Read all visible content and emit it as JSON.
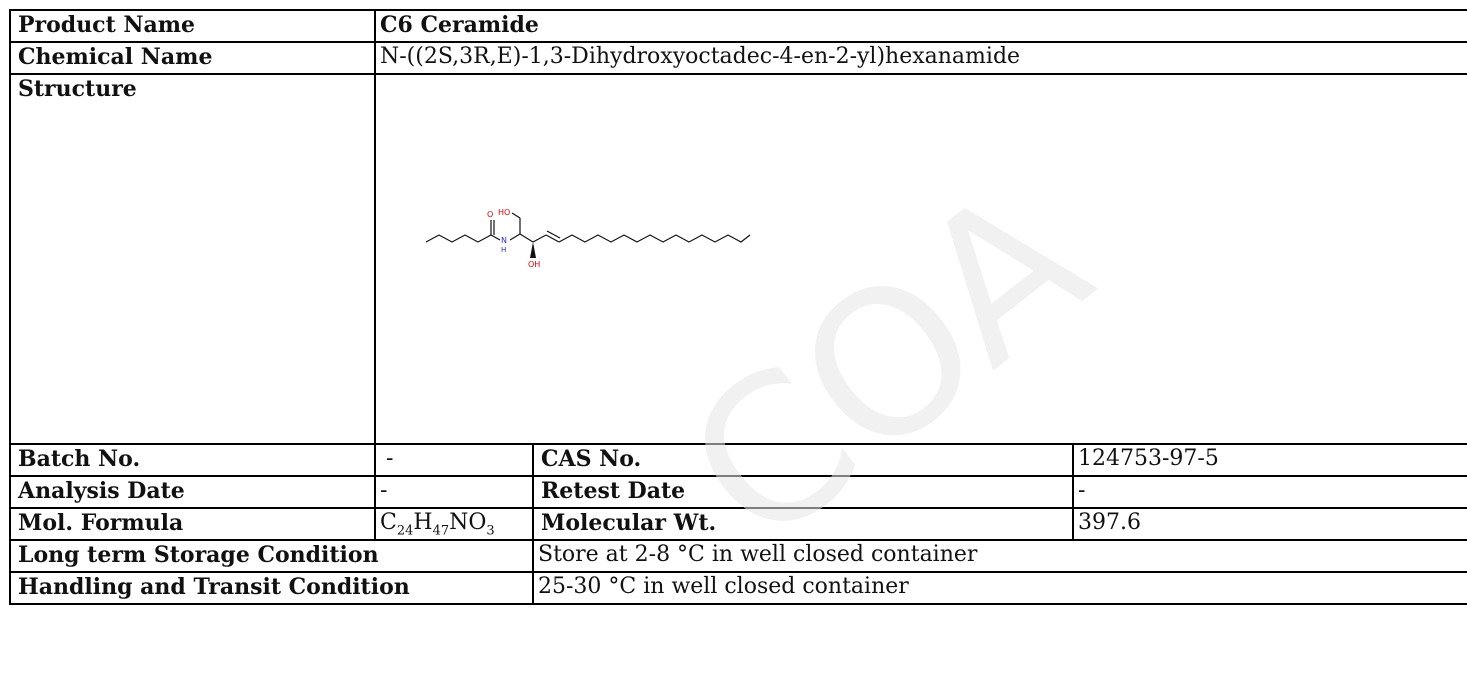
{
  "rows": {
    "product_name": {
      "label": "Product Name",
      "value": "C6 Ceramide"
    },
    "chemical_name": {
      "label": "Chemical Name",
      "value": "N-((2S,3R,E)-1,3-Dihydroxyoctadec-4-en-2-yl)hexanamide"
    },
    "structure": {
      "label": "Structure",
      "atoms": {
        "carbonyl_o": "O",
        "hydroxyl_top": "HO",
        "amine": "N",
        "amine_h": "H",
        "hydroxyl_bottom": "OH"
      }
    },
    "batch_no": {
      "label": "Batch No.",
      "value": "-"
    },
    "cas_no": {
      "label": "CAS No.",
      "value": "124753-97-5"
    },
    "analysis_date": {
      "label": "Analysis Date",
      "value": "-"
    },
    "retest_date": {
      "label": "Retest Date",
      "value": "-"
    },
    "mol_formula": {
      "label": "Mol. Formula",
      "parts": [
        "C",
        "24",
        "H",
        "47",
        "NO",
        "3"
      ]
    },
    "molecular_wt": {
      "label": "Molecular Wt.",
      "value": "397.6"
    },
    "long_term_storage": {
      "label": "Long term Storage Condition",
      "value": "Store at 2-8 °C in well closed container"
    },
    "handling_transit": {
      "label": "Handling and Transit Condition",
      "value": "25-30 °C in well closed container"
    }
  },
  "watermark": {
    "text": "COA",
    "color": "#e6e6e6"
  },
  "colors": {
    "oxygen": "#e00000",
    "nitrogen": "#2a2ad0",
    "bond": "#111111"
  }
}
